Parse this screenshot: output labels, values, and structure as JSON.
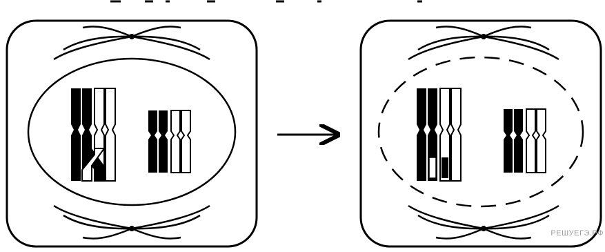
{
  "figure": {
    "panels": [
      {
        "id": "before",
        "nuclear_envelope": "intact"
      },
      {
        "id": "after",
        "nuclear_envelope": "fragmented"
      }
    ],
    "arrow": "process-arrow",
    "colors": {
      "outline": "#000000",
      "background": "#ffffff",
      "watermark": "#9a9a9a"
    }
  },
  "watermark": {
    "text": "РЕШУЕГЭ.РФ"
  }
}
